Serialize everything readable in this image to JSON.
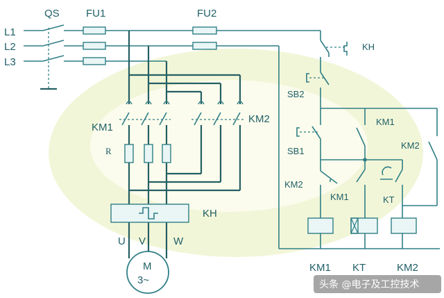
{
  "labels": {
    "qs": "QS",
    "fu1": "FU1",
    "fu2": "FU2",
    "l1": "L1",
    "l2": "L2",
    "l3": "L3",
    "kh_top": "KH",
    "sb2": "SB2",
    "km1_main": "KM1",
    "km2_main": "KM2",
    "r": "R",
    "km1_aux_top": "KM1",
    "km2_aux": "KM2",
    "sb1": "SB1",
    "km2_inter": "KM2",
    "km1_inter": "KM1",
    "kt_contact": "KT",
    "kh_relay": "KH",
    "u": "U",
    "v": "V",
    "w": "W",
    "motor_m": "M",
    "motor_3": "3~",
    "coil_km1": "KM1",
    "coil_kt": "KT",
    "coil_km2": "KM2"
  },
  "watermark": "头条 @电子及工控技术",
  "colors": {
    "wire": "#2f7f86",
    "text": "#1f5f66",
    "background_glow": "#eef3c9",
    "coil_fill": "#e9f6f5"
  }
}
